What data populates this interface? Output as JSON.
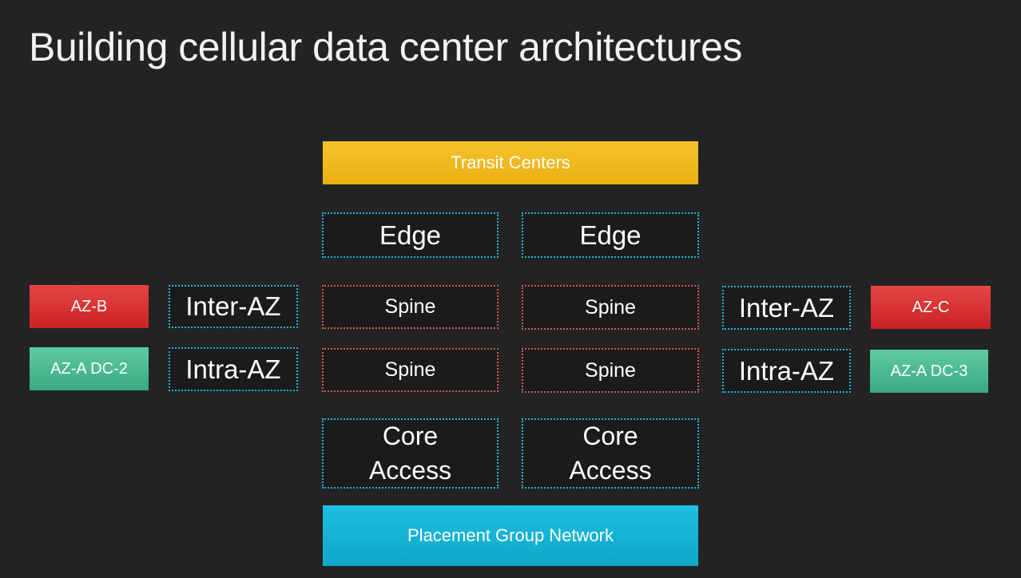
{
  "title": "Building cellular data center architectures",
  "diagram": {
    "transit": "Transit Centers",
    "edge_left": "Edge",
    "edge_right": "Edge",
    "spine_left_1": "Spine",
    "spine_left_2": "Spine",
    "spine_right_1": "Spine",
    "spine_right_2": "Spine",
    "core_left_1": "Core",
    "core_left_2": "Access",
    "core_right_1": "Core",
    "core_right_2": "Access",
    "placement": "Placement Group Network",
    "left": {
      "az_b": "AZ-B",
      "az_a_dc2": "AZ-A DC-2",
      "inter_az": "Inter-AZ",
      "intra_az": "Intra-AZ"
    },
    "right": {
      "az_c": "AZ-C",
      "az_a_dc3": "AZ-A DC-3",
      "inter_az": "Inter-AZ",
      "intra_az": "Intra-AZ"
    }
  },
  "colors": {
    "background": "#232323",
    "transit": "#f0b91c",
    "placement": "#15b3d6",
    "az_red": "#d83434",
    "az_green": "#4dbb93",
    "dotted_blue": "#1fb7de",
    "dotted_red": "#d45a5a"
  }
}
